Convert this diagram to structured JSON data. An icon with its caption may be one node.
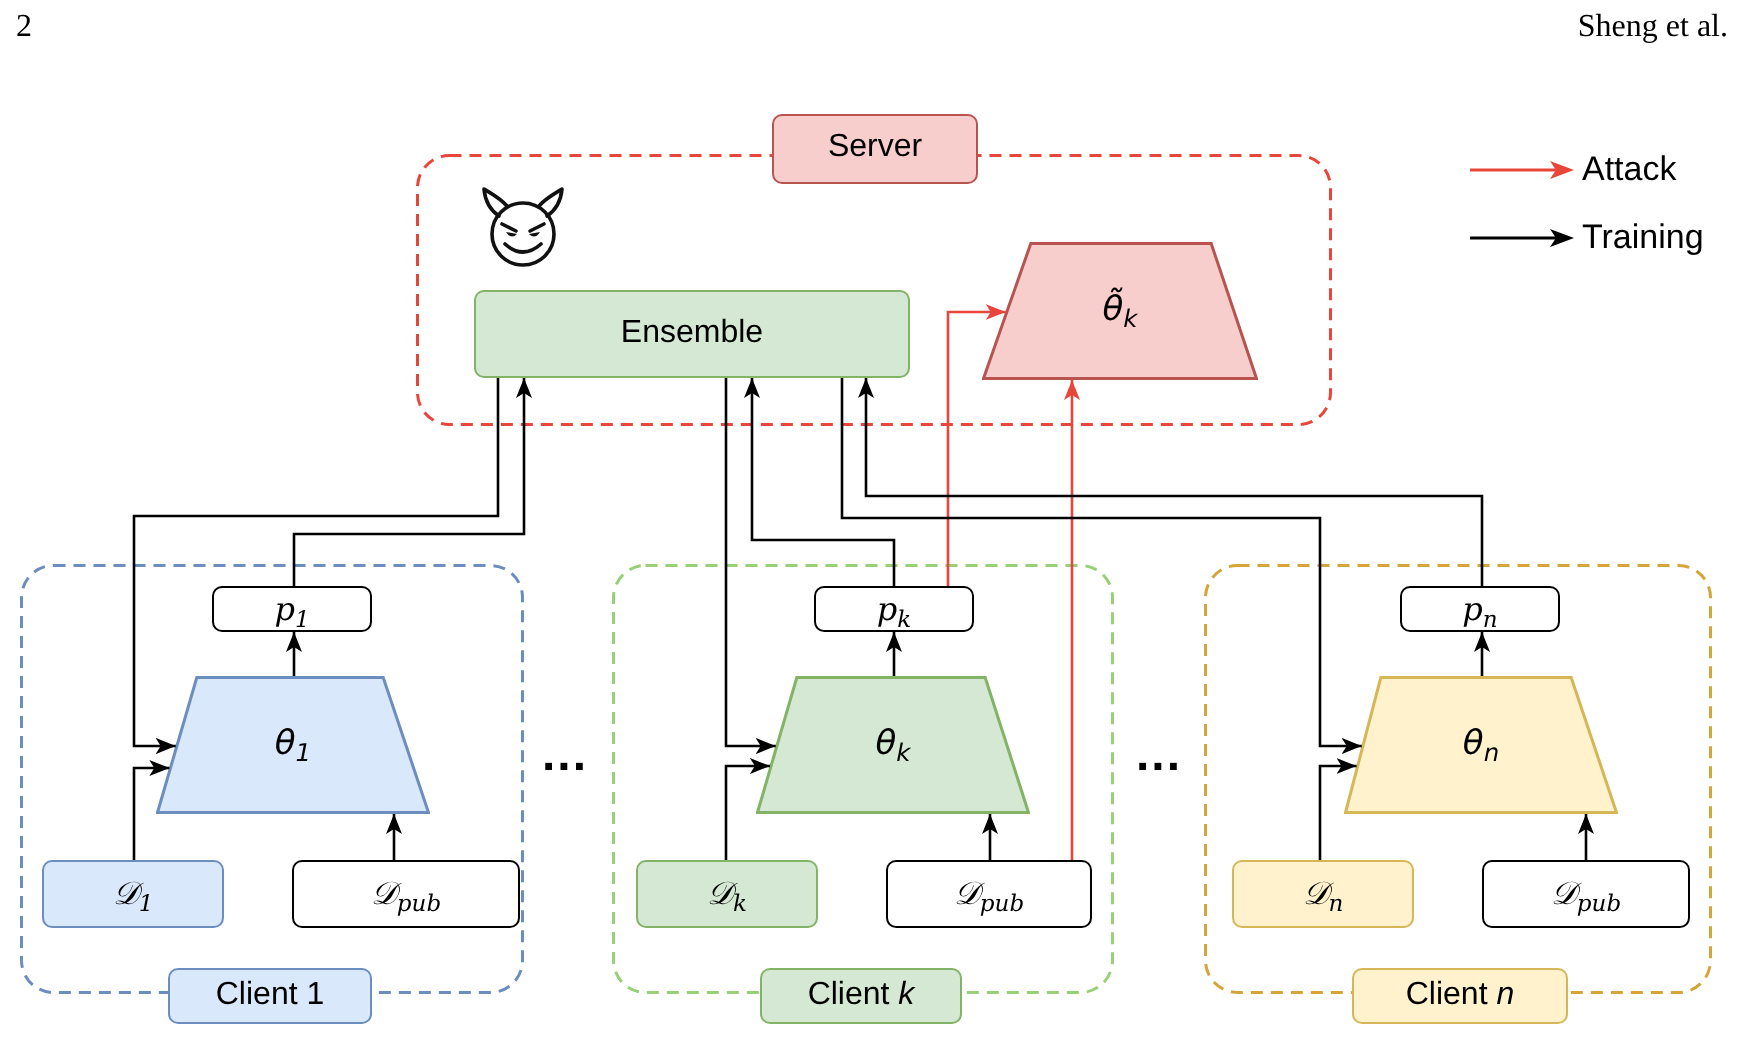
{
  "diagram": {
    "nodes": [
      {
        "text": [
          "Server"
        ]
      },
      {
        "text": [
          "Ensemble"
        ],
        "in": 0
      },
      {
        "text": [
          "θ̃$_{k}$"
        ],
        "in": 0
      },
      {
        "text": [
          "Client 1"
        ]
      },
      {
        "text": [
          "p$_{1}$"
        ],
        "in": 3
      },
      {
        "text": [
          "θ$_{1}$"
        ],
        "in": 3
      },
      {
        "text": [
          "𝒟$_{1}$"
        ],
        "in": 3
      },
      {
        "text": [
          "𝒟$_{pub}$"
        ],
        "in": 3
      },
      {
        "text": [
          "Client *k*"
        ]
      },
      {
        "text": [
          "p$_{k}$"
        ],
        "in": 8
      },
      {
        "text": [
          "θ$_{k}$"
        ],
        "in": 8
      },
      {
        "text": [
          "𝒟$_{k}$"
        ],
        "in": 8
      },
      {
        "text": [
          "𝒟$_{pub}$"
        ],
        "in": 8
      },
      {
        "text": [
          "Client *n*"
        ]
      },
      {
        "text": [
          "p$_{n}$"
        ],
        "in": 13
      },
      {
        "text": [
          "θ$_{n}$"
        ],
        "in": 13
      },
      {
        "text": [
          "𝒟$_{n}$"
        ],
        "in": 13
      },
      {
        "text": [
          "𝒟$_{pub}$"
        ],
        "in": 13
      }
    ],
    "edges": [
      {
        "from": 6,
        "to": 5,
        "arrow": "to"
      },
      {
        "from": 7,
        "to": 5,
        "arrow": "to"
      },
      {
        "from": 5,
        "to": 4,
        "arrow": "to"
      },
      {
        "from": 4,
        "to": 1,
        "arrow": "to"
      },
      {
        "from": 1,
        "to": 5,
        "arrow": "to"
      },
      {
        "from": 1,
        "to": 10,
        "arrow": "to"
      },
      {
        "from": 11,
        "to": 10,
        "arrow": "to"
      },
      {
        "from": 12,
        "to": 10,
        "arrow": "to"
      },
      {
        "from": 10,
        "to": 9,
        "arrow": "to"
      },
      {
        "from": 9,
        "to": 1,
        "arrow": "to"
      },
      {
        "from": 9,
        "to": 2,
        "arrow": "to",
        "color": "#e8463a"
      },
      {
        "from": 12,
        "to": 2,
        "arrow": "to",
        "color": "#e8463a"
      },
      {
        "from": 1,
        "to": 15,
        "arrow": "to"
      },
      {
        "from": 16,
        "to": 15,
        "arrow": "to"
      },
      {
        "from": 17,
        "to": 15,
        "arrow": "to"
      },
      {
        "from": 15,
        "to": 14,
        "arrow": "to"
      },
      {
        "from": 14,
        "to": 1,
        "arrow": "to"
      }
    ],
    "labels": [
      "2",
      "Sheng et al.",
      "...",
      "..."
    ],
    "legend": [
      {
        "text": "Attack"
      },
      {
        "text": "Training"
      }
    ]
  }
}
